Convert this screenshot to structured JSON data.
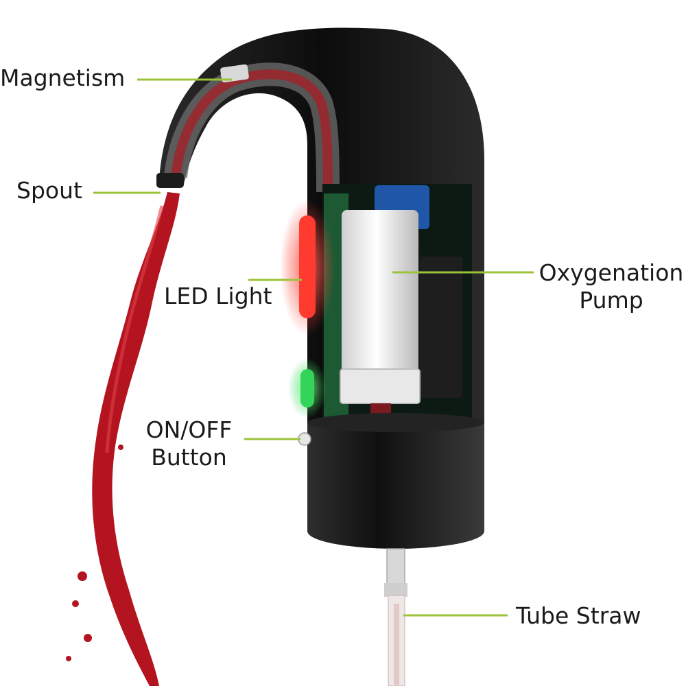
{
  "labels": {
    "magnetism": "Magnetism",
    "spout": "Spout",
    "led_light": "LED Light",
    "on_off_line1": "ON/OFF",
    "on_off_line2": "Button",
    "oxygenation_line1": "Oxygenation",
    "oxygenation_line2": "Pump",
    "tube_straw": "Tube Straw"
  },
  "colors": {
    "leader_line": "#9bc33a",
    "body": "#141414",
    "wine": "#b3141f",
    "led_red": "#ff3b30",
    "led_green": "#34d45a",
    "pump_blue": "#1f56a8",
    "pcb_green": "#1d5a34"
  }
}
